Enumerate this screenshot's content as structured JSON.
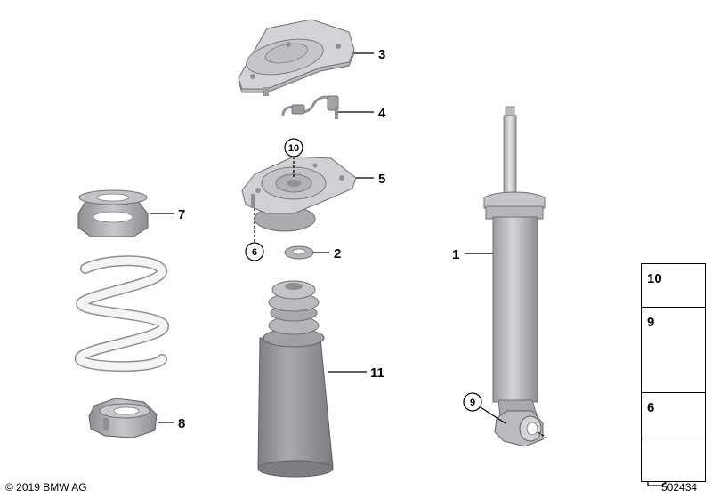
{
  "callouts": {
    "c1": "1",
    "c2": "2",
    "c3": "3",
    "c4": "4",
    "c5": "5",
    "c6": "6",
    "c7": "7",
    "c8": "8",
    "c9": "9",
    "c10": "10",
    "c11": "11"
  },
  "legend": {
    "item10": "10",
    "item9": "9",
    "item6": "6"
  },
  "footer": {
    "copyright": "© 2019 BMW AG",
    "diagram_id": "502434"
  },
  "colors": {
    "part_light": "#d9d9db",
    "part_mid": "#b9bbbe",
    "part_dark": "#8e9094",
    "spring": "#f2f2f2"
  }
}
